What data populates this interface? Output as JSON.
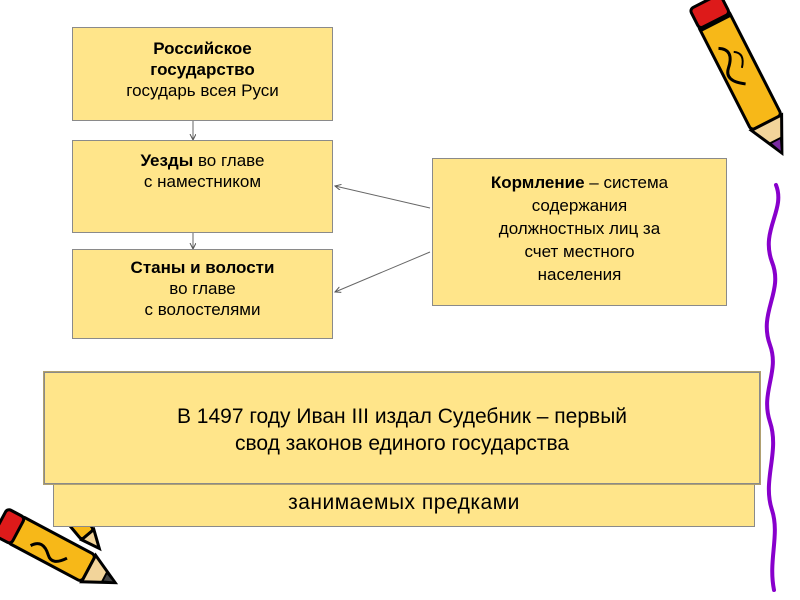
{
  "boxes": {
    "state": {
      "bold_line1": "Российское",
      "bold_line2": "государство",
      "line3": "государь всея Руси"
    },
    "uezd": {
      "bold": "Уезды",
      "rest1": " во главе",
      "line2": "с наместником"
    },
    "stany": {
      "bold": "Станы и волости",
      "line2": "во главе",
      "line3": "с волостелями"
    },
    "kormlenie": {
      "bold": "Кормление",
      "rest1": " – система",
      "line2": "содержания",
      "line3": "должностных лиц за",
      "line4": "счет местного",
      "line5": "населения"
    }
  },
  "banner_front": {
    "line1": "В 1497 году Иван III издал Судебник – первый",
    "line2": "свод законов единого государства"
  },
  "banner_back": {
    "text": "занимаемых  предками"
  },
  "colors": {
    "box_fill": "#ffe58a",
    "pencil_body": "#f7b818",
    "pencil_tip": "#cc1111",
    "squiggle": "#8800cc"
  },
  "icons": [
    "pencil-icon",
    "pencil-icon",
    "squiggle-decoration"
  ]
}
